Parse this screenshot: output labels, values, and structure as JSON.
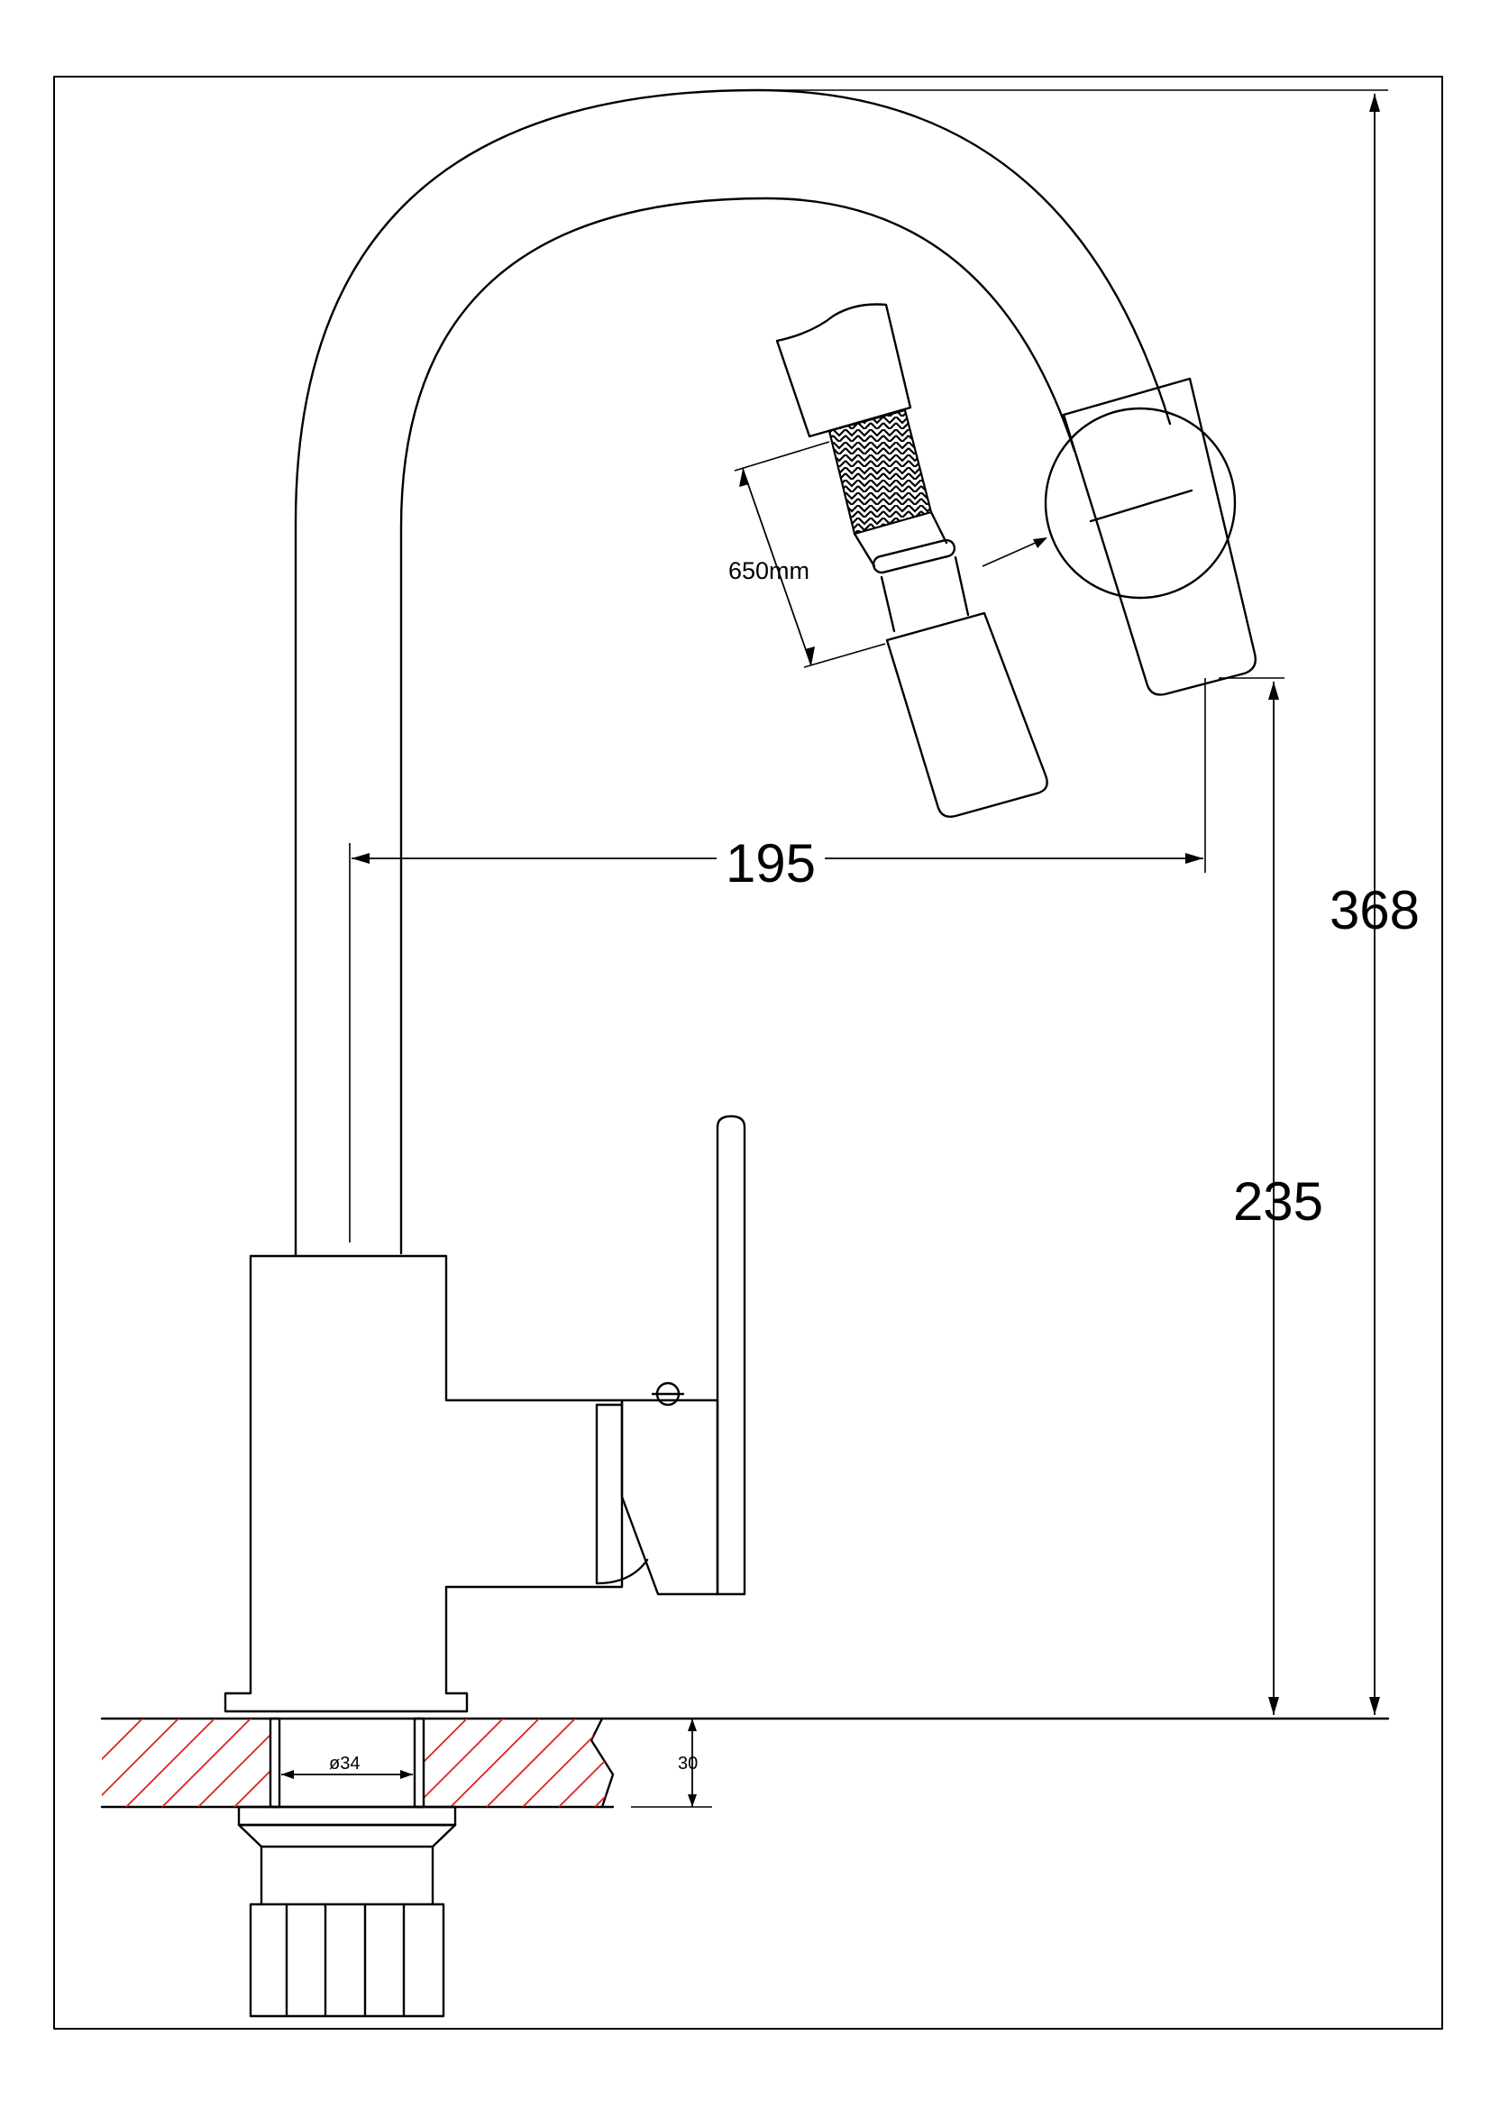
{
  "drawing": {
    "dimensions": {
      "total_height": "368",
      "spout_height": "235",
      "spout_reach": "195",
      "hose_length": "650mm",
      "hole_diameter": "ø34",
      "deck_thickness": "30"
    },
    "colors": {
      "line": "#000000",
      "section_hatch": "#e0201c",
      "background": "#ffffff"
    }
  }
}
